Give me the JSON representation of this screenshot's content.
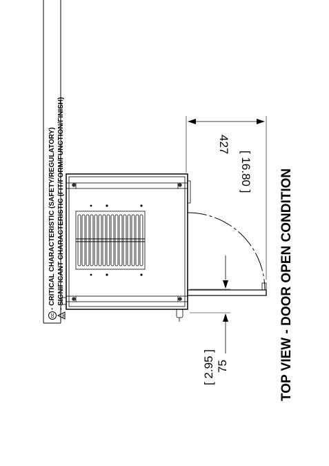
{
  "legend": {
    "critical": "- CRITICAL CHARACTERISTIC (SAFETY/REGULATORY)",
    "critical_symbol": "CC",
    "significant": "- SIGNIFICANT CHARACTERISTIC (FIT/FORM/FUNCTION/FINISH)",
    "significant_symbol": "SC"
  },
  "view_title": "TOP VIEW - DOOR OPEN CONDITION",
  "dimensions": {
    "door_depth_in": "[ 16.80 ]",
    "door_depth_mm": "427",
    "hinge_offset_in": "[ 2.95 ]",
    "hinge_offset_mm": "75"
  },
  "colors": {
    "line": "#000000",
    "background": "#ffffff"
  }
}
